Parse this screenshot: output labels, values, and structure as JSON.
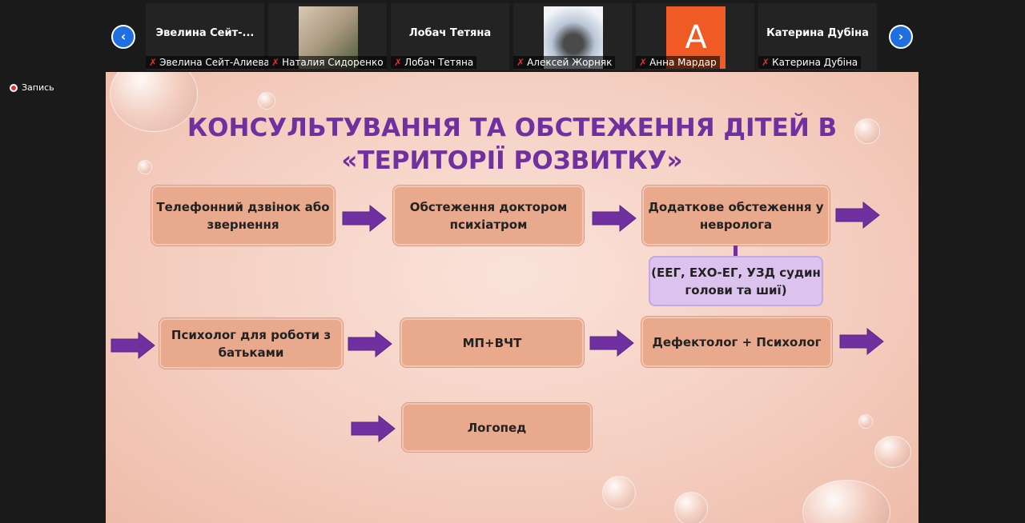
{
  "toolbar": {
    "recording": "Запись"
  },
  "participants": [
    {
      "display": "Эвелина  Сейт-...",
      "label": "Эвелина Сейт-Алиева",
      "video": false
    },
    {
      "display": "",
      "label": "Наталия Сидоренко",
      "video": true
    },
    {
      "display": "Лобач Тетяна",
      "label": "Лобач Тетяна",
      "video": false
    },
    {
      "display": "",
      "label": "Алексей Жорняк",
      "video": true
    },
    {
      "display": "A",
      "label": "Анна Мардар",
      "video": false,
      "avatar_color": "#f05a24"
    },
    {
      "display": "Катерина Дубіна",
      "label": "Катерина Дубіна",
      "video": false
    }
  ],
  "slide": {
    "title_line1": "КОНСУЛЬТУВАННЯ ТА ОБСТЕЖЕННЯ ДІТЕЙ В",
    "title_line2": "«ТЕРИТОРІЇ РОЗВИТКУ»",
    "steps": [
      "Телефонний дзвінок або звернення",
      "Обстеження доктором психіатром",
      "Додаткове обстеження у невролога",
      "(ЕЕГ, ЕХО-ЕГ, УЗД судин голови та шиї)",
      "Психолог для роботи з батьками",
      "МП+ВЧТ",
      "Дефектолог + Психолог",
      "Логопед"
    ],
    "colors": {
      "title": "#7030a0",
      "box": "#e8a98c",
      "subbox": "#dcc3ee",
      "arrow": "#7030a0"
    }
  }
}
